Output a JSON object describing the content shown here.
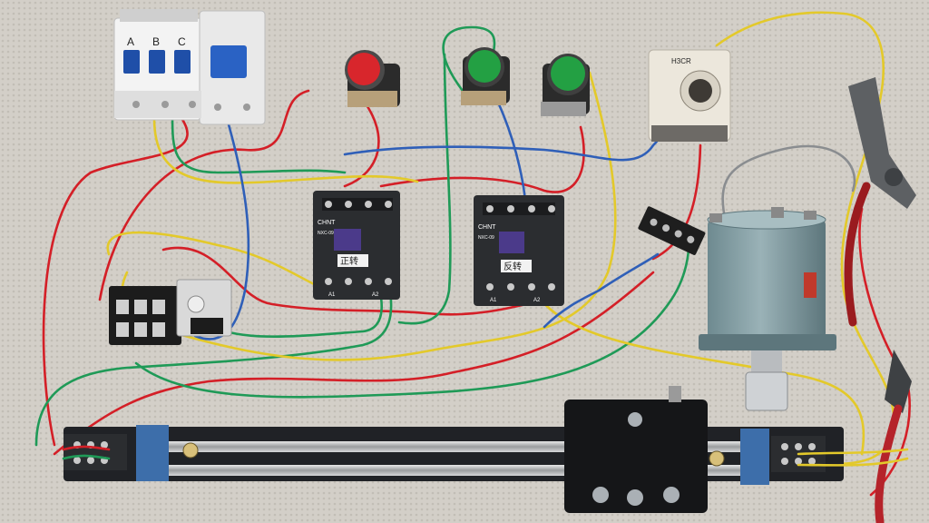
{
  "breaker": {
    "phase_labels": [
      "A",
      "B",
      "C"
    ]
  },
  "contactor_forward": {
    "brand": "CHNT",
    "model": "NXC-09",
    "label": "正转",
    "coil_terminals": [
      "A1",
      "A2"
    ]
  },
  "contactor_reverse": {
    "brand": "CHNT",
    "model": "NXC-09",
    "label": "反转",
    "coil_terminals": [
      "A1",
      "A2"
    ]
  },
  "timer": {
    "label": "H3CR"
  },
  "buttons": [
    {
      "color_name": "red",
      "color": "#d8262c"
    },
    {
      "color_name": "green",
      "color": "#23a043"
    },
    {
      "color_name": "green",
      "color": "#23a043"
    }
  ],
  "wire_colors": {
    "red": "#d41f27",
    "green": "#1f9a57",
    "yellow": "#e3c92a",
    "blue": "#2f5fb8",
    "gray": "#8a8d90"
  },
  "background_color": "#cfcbc4"
}
